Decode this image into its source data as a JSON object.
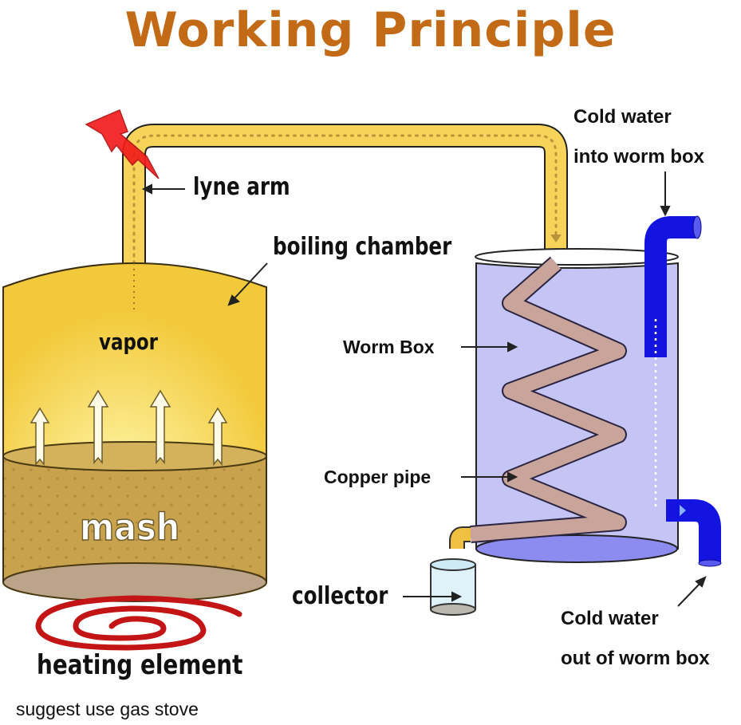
{
  "title": "Working Principle",
  "labels": {
    "lyne_arm": "lyne arm",
    "boiling_chamber": "boiling chamber",
    "vapor": "vapor",
    "mash": "mash",
    "heating_element": "heating element",
    "suggestion": "suggest use gas stove",
    "worm_box": "Worm Box",
    "copper_pipe": "Copper pipe",
    "collector": "collector",
    "cold_water_in_line1": "Cold water",
    "cold_water_in_line2": "into worm box",
    "cold_water_out_line1": "Cold water",
    "cold_water_out_line2": "out of worm box"
  },
  "colors": {
    "title": "#c36a16",
    "vapor_pipe": "#f7d35a",
    "boiling_chamber": "#f5d24a",
    "mash": "#c9a24e",
    "worm_box_water": "#c4c4f5",
    "copper_pipe": "#c9a49a",
    "cold_water_pipe": "#1414e0",
    "heating_coil": "#d11a1a",
    "lightning": "#f21d1d"
  }
}
